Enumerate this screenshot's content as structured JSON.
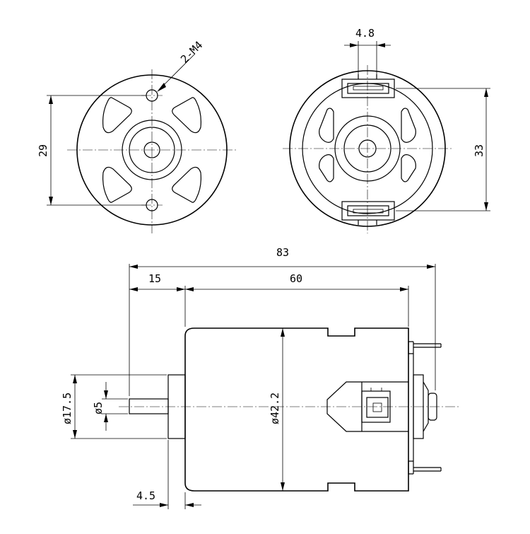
{
  "drawing": {
    "dimensions": {
      "thread_callout": "2-M4",
      "front_hole_spacing": "29",
      "terminal_width": "4.8",
      "terminal_spacing": "33",
      "overall_length": "83",
      "shaft_extension": "15",
      "body_length": "60",
      "body_diameter": "ø42.2",
      "boss_diameter": "ø17.5",
      "shaft_diameter": "ø5",
      "boss_length": "4.5"
    }
  }
}
